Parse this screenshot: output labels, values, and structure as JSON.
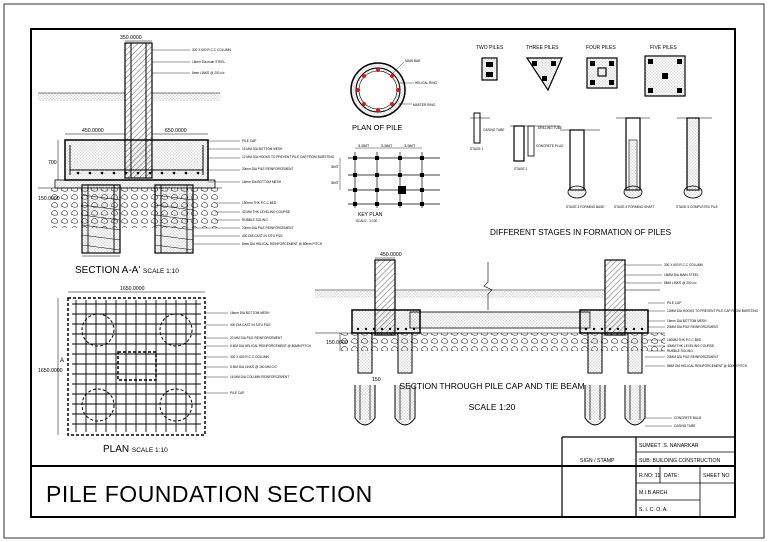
{
  "sheet": {
    "title": "PILE FOUNDATION SECTION",
    "main_heading": "DIFFERENT STAGES IN FORMATION OF PILES"
  },
  "section_aa": {
    "title": "SECTION A-A'",
    "scale": "SCALE 1:10",
    "dims": {
      "top": "350.0000",
      "left": "450.0000",
      "side": "700",
      "right": "650.0000",
      "pile": "150.0000"
    },
    "callouts": [
      "300 X 600 R.C.C COLUMN",
      "16mm Dia main STEEL",
      "8mm LINKS @ 200 c/c",
      "PILE CAP",
      "16 MM DIA BOTTOM MESH",
      "12 MM DIA HOOKS TO PREVENT PILE CAP FROM BURSTING",
      "20mm DIA PILE REINFORCEMENT",
      "16mm Dia BOTTOM MESH",
      "150mm THK P.C.C BED",
      "40 MM THK LEVELING COURSE",
      "RUBBLE SOLING",
      "20mm DIA PILE REINFORCEMENT",
      "400 DIA CAST IN SITU PILE",
      "8mm DIA HELICAL REINFORCEMENT @ 80mm PITCH"
    ]
  },
  "plan_of_pile": {
    "title": "PLAN OF PILE",
    "callouts": [
      "MAIN BAR",
      "HELICAL RING",
      "MASTER RING"
    ]
  },
  "key_plan": {
    "title": "KEY PLAN",
    "scale": "SCALE - 1:100",
    "dims": [
      "3.5MT",
      "3.5MT",
      "3.5MT",
      "3MT",
      "3MT"
    ]
  },
  "pile_types": [
    "TWO PILES",
    "THREE PILES",
    "FOUR PILES",
    "FIVE PILES"
  ],
  "stages": {
    "small_labels": [
      "STAGE 1",
      "STAGE 2",
      "CASING TUBE",
      "DRILLING TUBE",
      "CONCRETE PLUG"
    ],
    "labels": [
      "STAGE 3 FORMING BASE",
      "STAGE 4 FORMING SHAFT",
      "STAGE 5 COMPLETED PILE"
    ]
  },
  "plan": {
    "title": "PLAN",
    "scale": "SCALE 1:10",
    "dims": {
      "top": "1650.0000",
      "side": "1650.0000"
    },
    "marker": "A",
    "callouts": [
      "16mm DIA BOTTOM MESH",
      "400 DIA CAST IN SITU PILE",
      "20 MM DIA PILE REINFORCEMENT",
      "8 MM DIA HELICAL REINFORCEMENT @ 80MM PITCH",
      "300 X 600 R.C.C COLUMN",
      "8 MM DIA LINKS @ 150 MM C/C",
      "16 MM DIA COLUMN REINFORCEMENT",
      "PILE CAP"
    ]
  },
  "section_pile_cap": {
    "title": "SECTION THROUGH PILE CAP AND TIE BEAM",
    "scale": "SCALE 1:20",
    "dims": {
      "top": "450.0000",
      "pile": "150.0000",
      "mid": "150"
    },
    "callouts": [
      "300 X 600 R.C.C COLUMN",
      "16MM DIA MAIN STEEL",
      "8MM LINKS @ 200 c/c",
      "PILE CAP",
      "12MM DIA HOOKS TO PREVENT PILE CAP FROM BURSTING",
      "16mm DIA BOTTOM MESH",
      "20MM DIA PILE REINFORCEMENT",
      "150MM THK P.C.C BED",
      "40MM THK LEVELING COURSE",
      "RUBBLE SOLING",
      "20MM DIA PILE REINFORCEMENT",
      "8MM DIA HELICAL REINFORCEMENT @ 80MM PITCH",
      "CONCRETE BULB",
      "CASING TUBE"
    ]
  },
  "title_block": {
    "name": "SUMEET .S. NANARKAR",
    "subject": "SUB: BUILDING CONSTRUCTION",
    "sign_stamp": "SIGN / STAMP",
    "roll_no": "R.NO: 11",
    "date": "DATE:",
    "sheet_no": "SHEET NO",
    "class": "M.I.B.ARCH",
    "college": "S.  I.  C.  O.  A."
  }
}
